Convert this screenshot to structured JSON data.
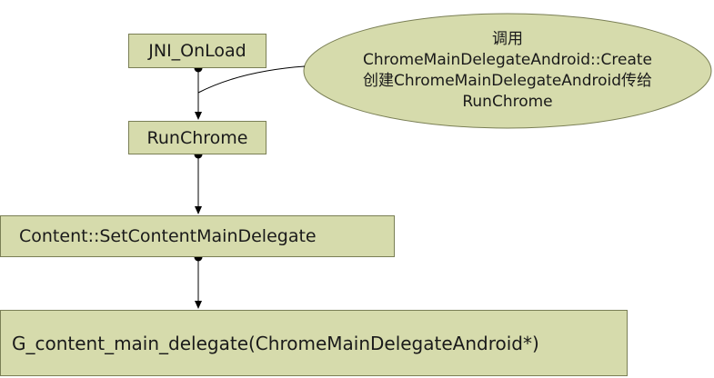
{
  "nodes": {
    "jni_onload": "JNI_OnLoad",
    "run_chrome": "RunChrome",
    "set_content_main_delegate": "Content::SetContentMainDelegate",
    "g_content_main_delegate": "G_content_main_delegate(ChromeMainDelegateAndroid*)"
  },
  "callout": {
    "line1": "调用",
    "line2": "ChromeMainDelegateAndroid::Create",
    "line3": "创建ChromeMainDelegateAndroid传给",
    "line4": "RunChrome"
  },
  "colors": {
    "node_fill": "#d6dbac",
    "node_border": "#7a7f55",
    "connector": "#000000"
  }
}
